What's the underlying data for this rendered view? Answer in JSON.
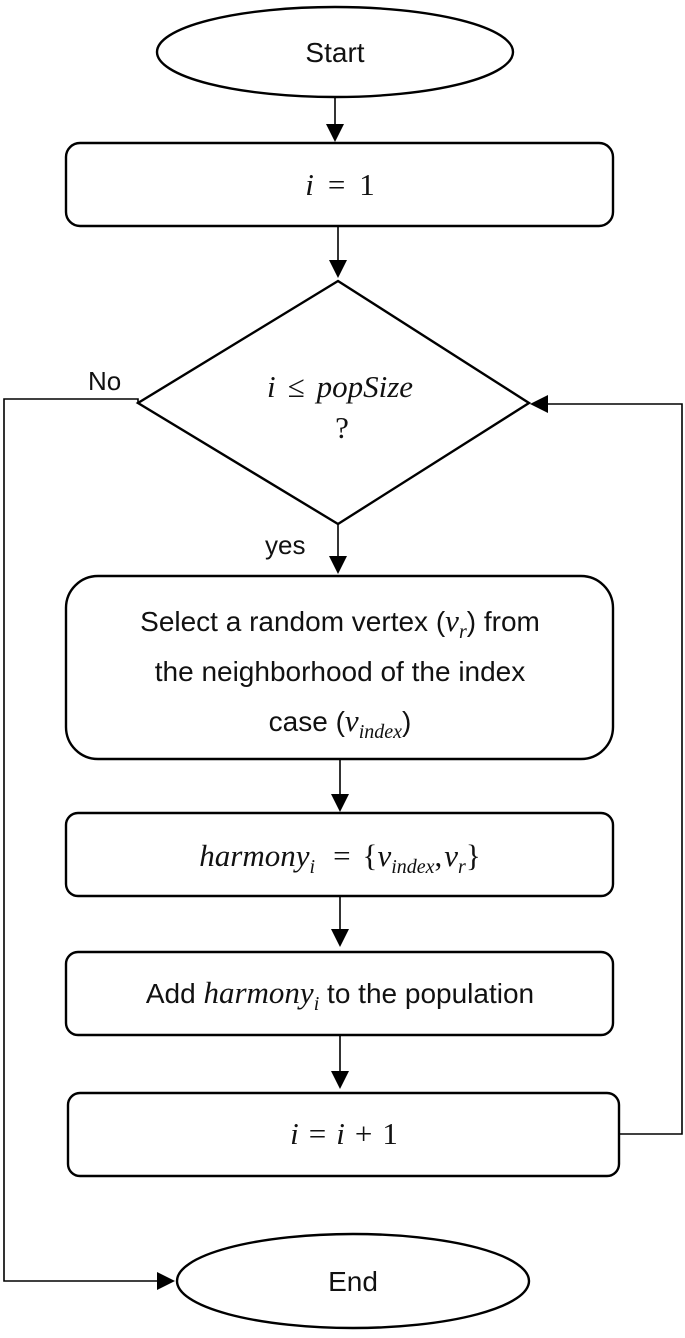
{
  "nodes": {
    "start": {
      "label": "Start"
    },
    "init": {
      "var": "i",
      "op": "=",
      "value": "1"
    },
    "decision": {
      "var": "i",
      "op": "≤",
      "term": "popSize",
      "question": "?"
    },
    "select": {
      "line1_before": "Select a random vertex (",
      "line1_var": "v",
      "line1_sub": "r",
      "line1_after": ") from",
      "line2": "the neighborhood of the index",
      "line3_before": "case (",
      "line3_var": "v",
      "line3_sub": "index",
      "line3_after": ")"
    },
    "assign": {
      "lhs": "harmony",
      "lhs_sub": "i",
      "op": "=",
      "open": "{",
      "v1": "v",
      "v1_sub": "index",
      "comma": ",",
      "v2": "v",
      "v2_sub": "r",
      "close": "}"
    },
    "add": {
      "before": "Add ",
      "var": "harmony",
      "sub": "i",
      "after": " to the population"
    },
    "increment": {
      "lhs": "i",
      "op": "=",
      "rhs": "i",
      "plus": "+",
      "value": "1"
    },
    "end": {
      "label": "End"
    }
  },
  "edges": {
    "no_label": "No",
    "yes_label": "yes"
  }
}
